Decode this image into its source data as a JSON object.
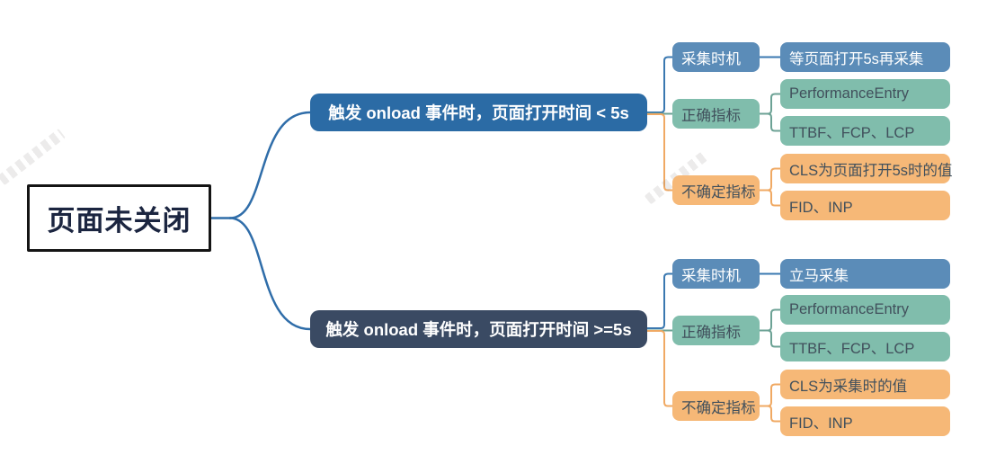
{
  "root": {
    "label": "页面未关闭"
  },
  "branches": [
    {
      "label": "触发 onload 事件时，页面打开时间 < 5s",
      "groups": [
        {
          "label": "采集时机",
          "children": [
            "等页面打开5s再采集"
          ]
        },
        {
          "label": "正确指标",
          "children": [
            "PerformanceEntry",
            "TTBF、FCP、LCP"
          ]
        },
        {
          "label": "不确定指标",
          "children": [
            "CLS为页面打开5s时的值",
            "FID、INP"
          ]
        }
      ]
    },
    {
      "label": "触发 onload 事件时，页面打开时间 >=5s",
      "groups": [
        {
          "label": "采集时机",
          "children": [
            "立马采集"
          ]
        },
        {
          "label": "正确指标",
          "children": [
            "PerformanceEntry",
            "TTBF、FCP、LCP"
          ]
        },
        {
          "label": "不确定指标",
          "children": [
            "CLS为采集时的值",
            "FID、INP"
          ]
        }
      ]
    }
  ],
  "colors": {
    "root-text": "#1b2540",
    "branch1-bg": "#2b6ba5",
    "branch2-bg": "#3a4a63",
    "node-blue": "#5b8cb8",
    "node-teal": "#80bdac",
    "node-orange": "#f6b877",
    "dark-text": "#41505c",
    "line-root": "#2f6da9",
    "line-blue": "#3a78b0",
    "line-teal": "#6ca295",
    "line-orange": "#f0a963"
  }
}
